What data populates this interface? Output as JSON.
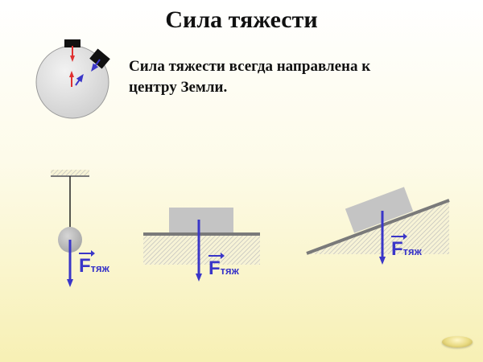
{
  "slide": {
    "title": "Сила тяжести",
    "statement": "Сила тяжести всегда направлена к центру Земли."
  },
  "force_label": {
    "symbol": "F",
    "subscript": "тяж"
  },
  "colors": {
    "force_arrow": "#3a36c8",
    "reaction_arrow": "#e03030",
    "earth": "#d9d9d9",
    "body": "#c4c4c4",
    "ground_hatch": "#b8b8b8"
  }
}
